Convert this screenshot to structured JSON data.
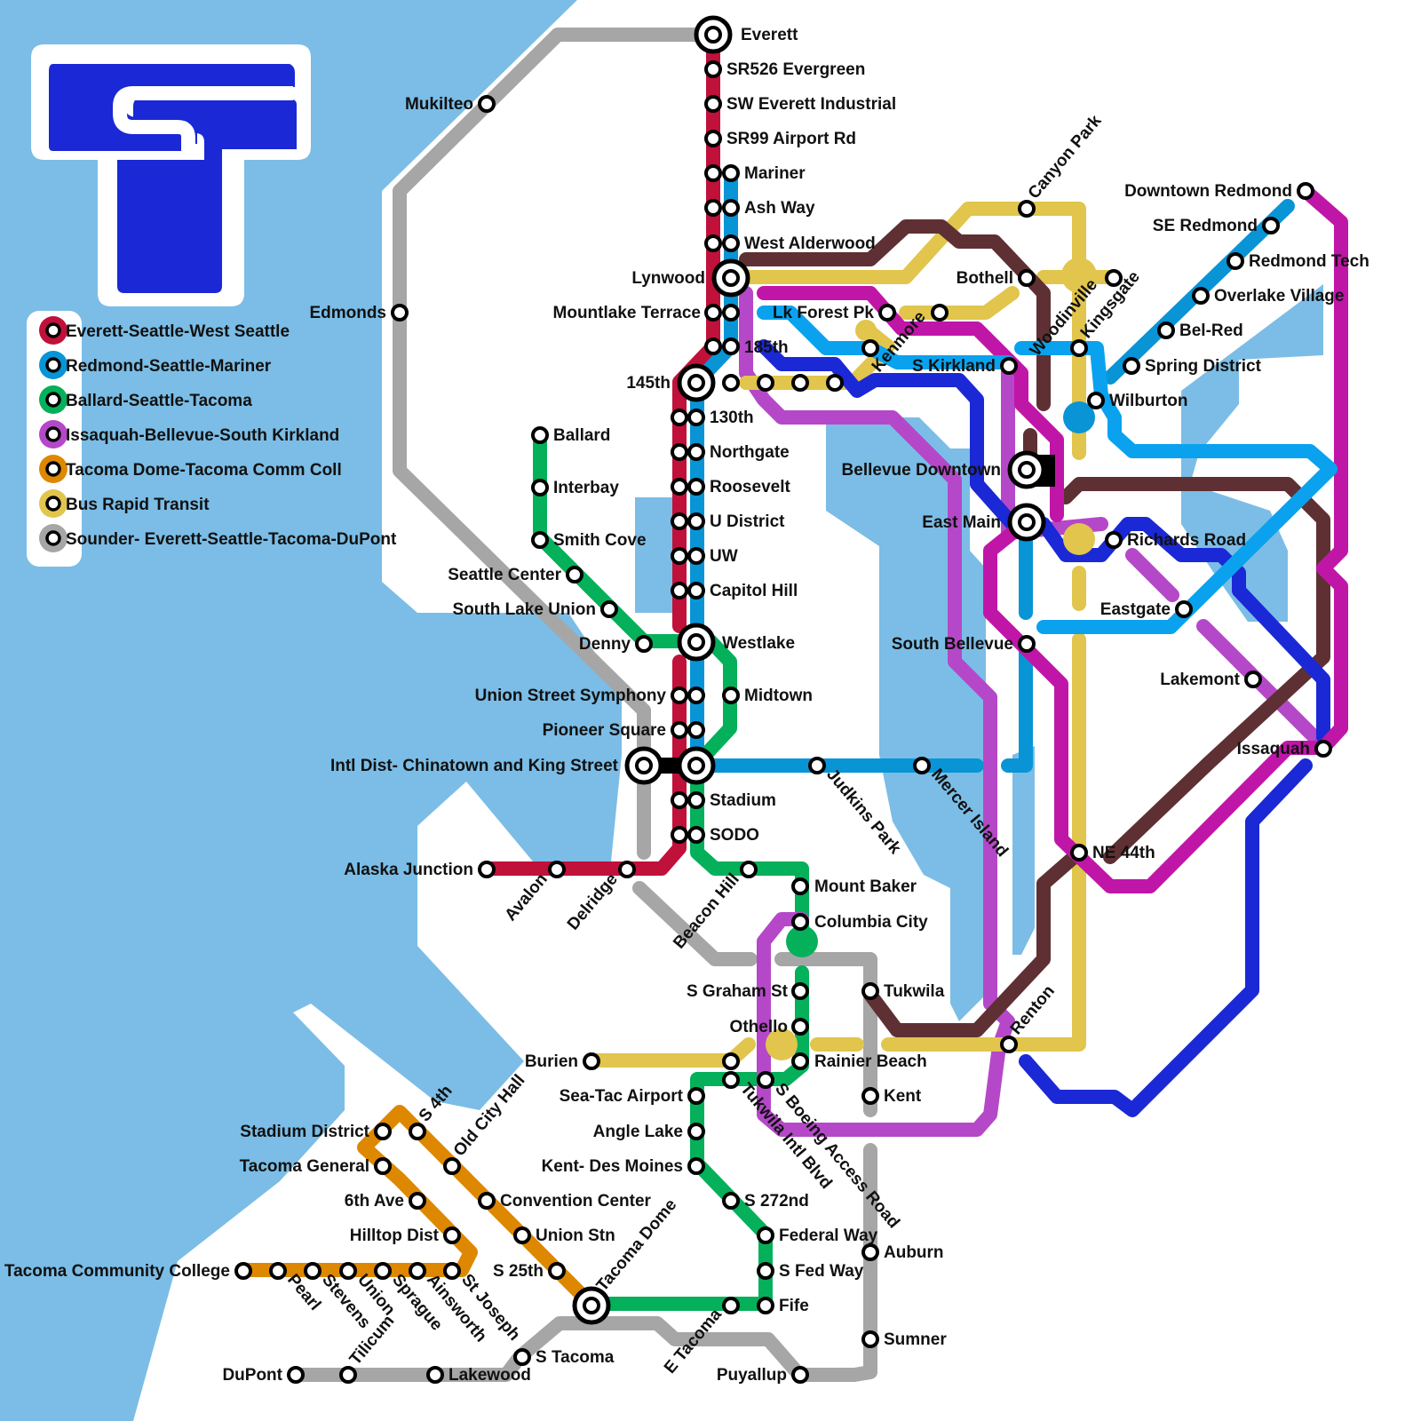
{
  "colors": {
    "water": "#7bbde6",
    "land": "#ffffff",
    "logo": "#1a28d6",
    "red": "#c0113b",
    "blue": "#0994d6",
    "green": "#05b05a",
    "purple": "#b548c8",
    "orange": "#dd8800",
    "yellow": "#e1c54c",
    "gray": "#a6a6a6",
    "brown": "#5e3033",
    "navy": "#1a28d6",
    "magenta": "#c016a8",
    "lightblue": "#0aa2ee"
  },
  "legend": [
    {
      "label": "Everett-Seattle-West Seattle",
      "color": "red"
    },
    {
      "label": "Redmond-Seattle-Mariner",
      "color": "blue"
    },
    {
      "label": "Ballard-Seattle-Tacoma",
      "color": "green"
    },
    {
      "label": "Issaquah-Bellevue-South Kirkland",
      "color": "purple"
    },
    {
      "label": "Tacoma Dome-Tacoma Comm Coll",
      "color": "orange"
    },
    {
      "label": "Bus Rapid Transit",
      "color": "yellow"
    },
    {
      "label": "Sounder- Everett-Seattle-Tacoma-DuPont",
      "color": "gray"
    }
  ],
  "stations": [
    "Everett",
    "SR526 Evergreen",
    "SW Everett Industrial",
    "SR99 Airport Rd",
    "Mariner",
    "Ash Way",
    "West Alderwood",
    "Lynwood",
    "Mountlake Terrace",
    "185th",
    "145th",
    "130th",
    "Northgate",
    "Roosevelt",
    "U District",
    "UW",
    "Capitol Hill",
    "Westlake",
    "Midtown",
    "Union Street Symphony",
    "Pioneer Square",
    "Intl Dist- Chinatown and King Street",
    "Stadium",
    "SODO",
    "Alaska Junction",
    "Avalon",
    "Delridge",
    "Beacon Hill",
    "Mount Baker",
    "Columbia City",
    "S Graham St",
    "Othello",
    "Rainier Beach",
    "Tukwila",
    "Kent",
    "Auburn",
    "Sumner",
    "Puyallup",
    "Mukilteo",
    "Edmonds",
    "Ballard",
    "Interbay",
    "Smith Cove",
    "Seattle Center",
    "South Lake Union",
    "Denny",
    "Burien",
    "Sea-Tac Airport",
    "Tukwila Intl Blvd",
    "S Boeing Access Road",
    "Angle Lake",
    "Kent- Des Moines",
    "S 272nd",
    "Federal Way",
    "S Fed Way",
    "Fife",
    "E Tacoma",
    "Tacoma Dome",
    "S Tacoma",
    "Lakewood",
    "DuPont",
    "Tilicum",
    "Stadium District",
    "Tacoma General",
    "6th Ave",
    "Hilltop Dist",
    "S 4th",
    "Old City Hall",
    "Convention Center",
    "Union Stn",
    "S 25th",
    "Tacoma Community College",
    "Pearl",
    "Stevens",
    "Union",
    "Sprague",
    "Ainsworth",
    "St Joseph",
    "Judkins Park",
    "Mercer Island",
    "Lk Forest Pk",
    "Kenmore",
    "S Kirkland",
    "Bothell",
    "Canyon Park",
    "Woodinville",
    "Kingsgate",
    "Downtown Redmond",
    "SE Redmond",
    "Redmond Tech",
    "Overlake Village",
    "Bel-Red",
    "Spring District",
    "Wilburton",
    "Bellevue Downtown",
    "East Main",
    "Richards Road",
    "Eastgate",
    "South Bellevue",
    "Lakemont",
    "Issaquah",
    "NE 44th",
    "Renton"
  ]
}
